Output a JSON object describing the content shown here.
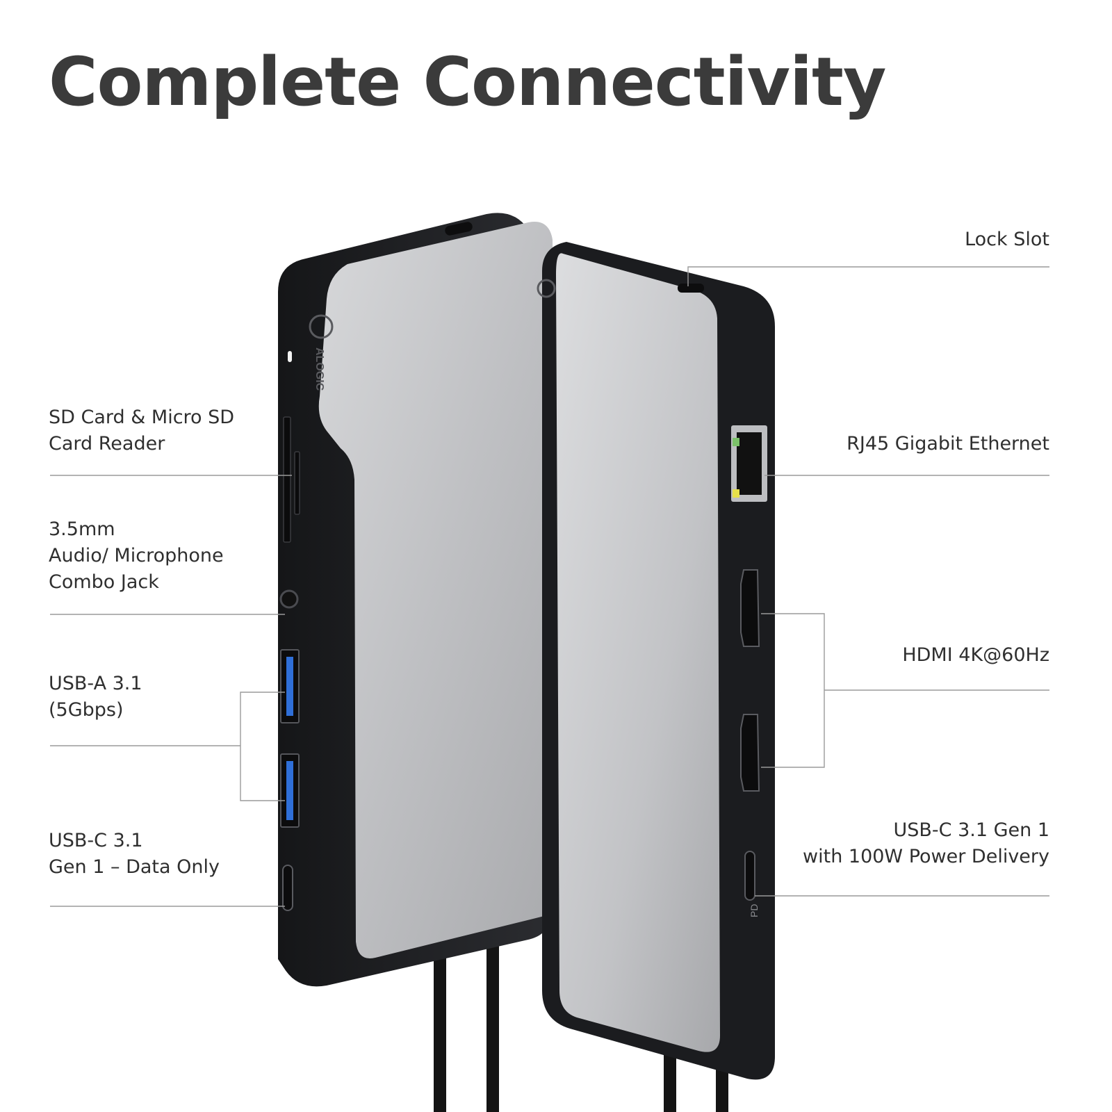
{
  "title": "Complete Connectivity",
  "brand_logo_text": "ALOGIC",
  "port_mark_pd": "PD",
  "labels_left": {
    "sd_card": [
      "SD Card & Micro SD",
      "Card Reader"
    ],
    "audio": [
      "3.5mm",
      "Audio/ Microphone",
      "Combo Jack"
    ],
    "usb_a": [
      "USB-A 3.1",
      "(5Gbps)"
    ],
    "usb_c_data": [
      "USB-C 3.1",
      "Gen 1 – Data Only"
    ]
  },
  "labels_right": {
    "lock_slot": [
      "Lock Slot"
    ],
    "rj45": [
      "RJ45 Gigabit Ethernet"
    ],
    "hdmi": [
      "HDMI 4K@60Hz"
    ],
    "usb_c_pd": [
      "USB-C 3.1 Gen 1",
      "with 100W Power Delivery"
    ]
  },
  "colors": {
    "housing": "#222326",
    "aluminium": "#b9babd",
    "usb3_blue": "#2f6fd8",
    "label_text": "#2f2f2f",
    "title_text": "#3b3b3b"
  }
}
